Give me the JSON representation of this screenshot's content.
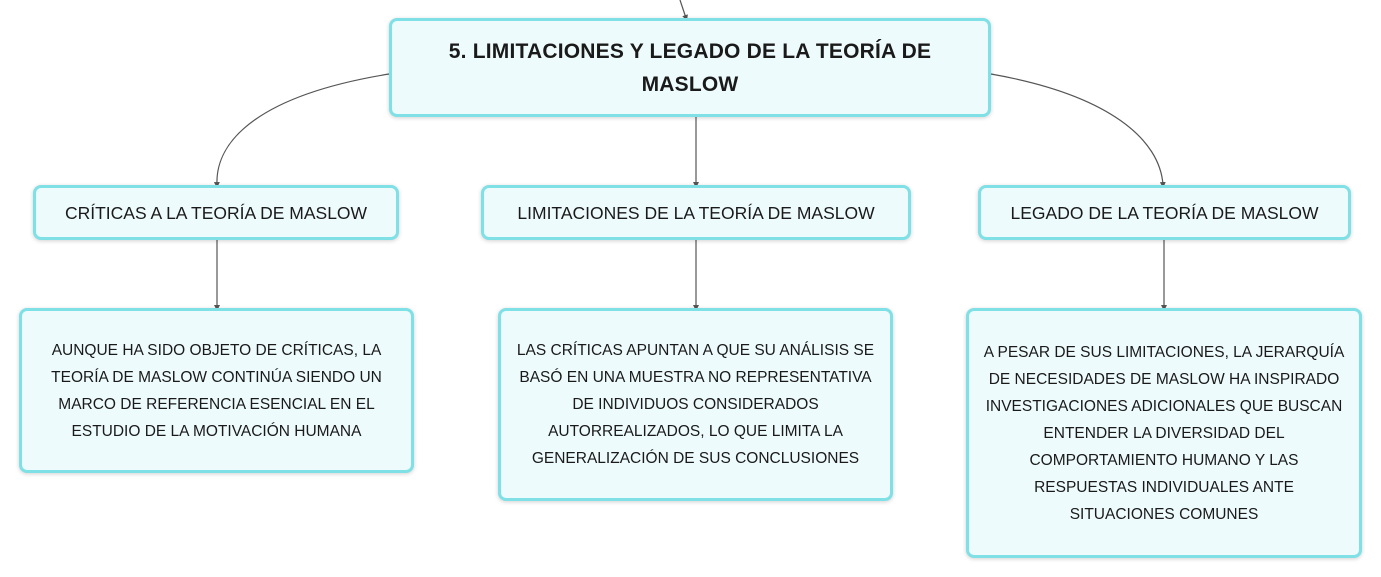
{
  "root": {
    "title": "5. LIMITACIONES Y LEGADO DE LA TEORÍA DE MASLOW"
  },
  "branches": [
    {
      "label": "CRÍTICAS A LA TEORÍA DE MASLOW",
      "detail": "AUNQUE HA SIDO OBJETO DE CRÍTICAS, LA TEORÍA DE MASLOW CONTINÚA SIENDO UN MARCO DE REFERENCIA ESENCIAL EN EL ESTUDIO DE LA MOTIVACIÓN HUMANA"
    },
    {
      "label": "LIMITACIONES DE LA TEORÍA DE MASLOW",
      "detail": "LAS CRÍTICAS APUNTAN A QUE SU ANÁLISIS SE BASÓ EN UNA MUESTRA NO REPRESENTATIVA DE INDIVIDUOS CONSIDERADOS AUTORREALIZADOS, LO QUE LIMITA LA GENERALIZACIÓN DE SUS CONCLUSIONES"
    },
    {
      "label": "LEGADO DE LA TEORÍA DE MASLOW",
      "detail": "A PESAR DE SUS LIMITACIONES, LA JERARQUÍA DE NECESIDADES DE MASLOW HA INSPIRADO INVESTIGACIONES ADICIONALES QUE BUSCAN ENTENDER LA DIVERSIDAD DEL COMPORTAMIENTO HUMANO Y LAS RESPUESTAS INDIVIDUALES ANTE SITUACIONES COMUNES"
    }
  ],
  "colors": {
    "node_fill": "#eefbfc",
    "node_border": "#7fe0e6",
    "connector": "#555555",
    "text": "#1a1a1a"
  }
}
